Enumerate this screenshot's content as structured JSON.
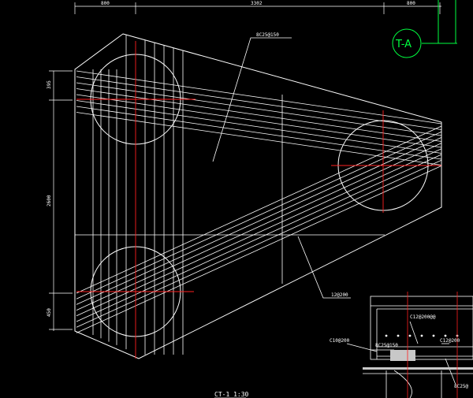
{
  "dimensions": {
    "top": [
      "800",
      "3302",
      "800"
    ],
    "left": [
      "395",
      "2600",
      "450"
    ]
  },
  "reinforcement_labels": {
    "top_bar": "8C25@150",
    "bottom_bar": "12@200"
  },
  "section_labels": {
    "a": "C12@200@@",
    "b": "C10@200",
    "c": "8C25@150",
    "d": "C12@200",
    "e": "8C25@"
  },
  "grid_tag": "T-A",
  "drawing_title": "CT-1 1:30",
  "colors": {
    "background": "#000000",
    "linework": "#ffffff",
    "center_lines": "#ff0000",
    "grid_tag": "#00ff40",
    "section_fill": "#c8c8c8"
  }
}
